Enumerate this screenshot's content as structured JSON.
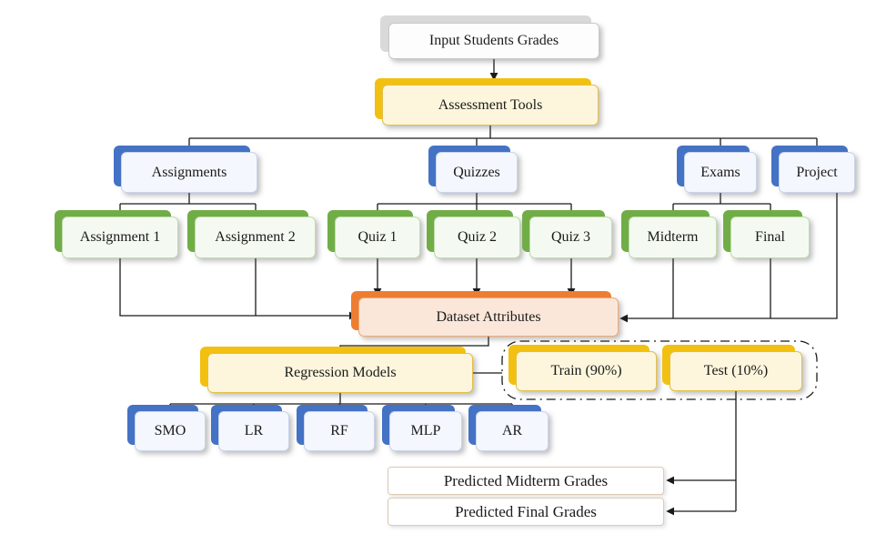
{
  "diagram": {
    "type": "flowchart",
    "nodes": {
      "input_grades": {
        "label": "Input Students Grades"
      },
      "assessment_tools": {
        "label": "Assessment Tools"
      },
      "assignments": {
        "label": "Assignments"
      },
      "quizzes": {
        "label": "Quizzes"
      },
      "exams": {
        "label": "Exams"
      },
      "project": {
        "label": "Project"
      },
      "assignment1": {
        "label": "Assignment 1"
      },
      "assignment2": {
        "label": "Assignment 2"
      },
      "quiz1": {
        "label": "Quiz 1"
      },
      "quiz2": {
        "label": "Quiz 2"
      },
      "quiz3": {
        "label": "Quiz 3"
      },
      "midterm": {
        "label": "Midterm"
      },
      "final": {
        "label": "Final"
      },
      "dataset_attributes": {
        "label": "Dataset Attributes"
      },
      "regression_models": {
        "label": "Regression Models"
      },
      "train": {
        "label": "Train (90%)"
      },
      "test": {
        "label": "Test (10%)"
      },
      "smo": {
        "label": "SMO"
      },
      "lr": {
        "label": "LR"
      },
      "rf": {
        "label": "RF"
      },
      "mlp": {
        "label": "MLP"
      },
      "ar": {
        "label": "AR"
      },
      "predicted_midterm": {
        "label": "Predicted Midterm Grades"
      },
      "predicted_final": {
        "label": "Predicted Final Grades"
      }
    },
    "colors": {
      "blue_accent": "#4472C4",
      "green_accent": "#70AD47",
      "orange_accent": "#ED7D31",
      "gold_accent": "#F2C010",
      "gray_accent": "#D9D9D9",
      "line": "#1A1A1A"
    }
  }
}
